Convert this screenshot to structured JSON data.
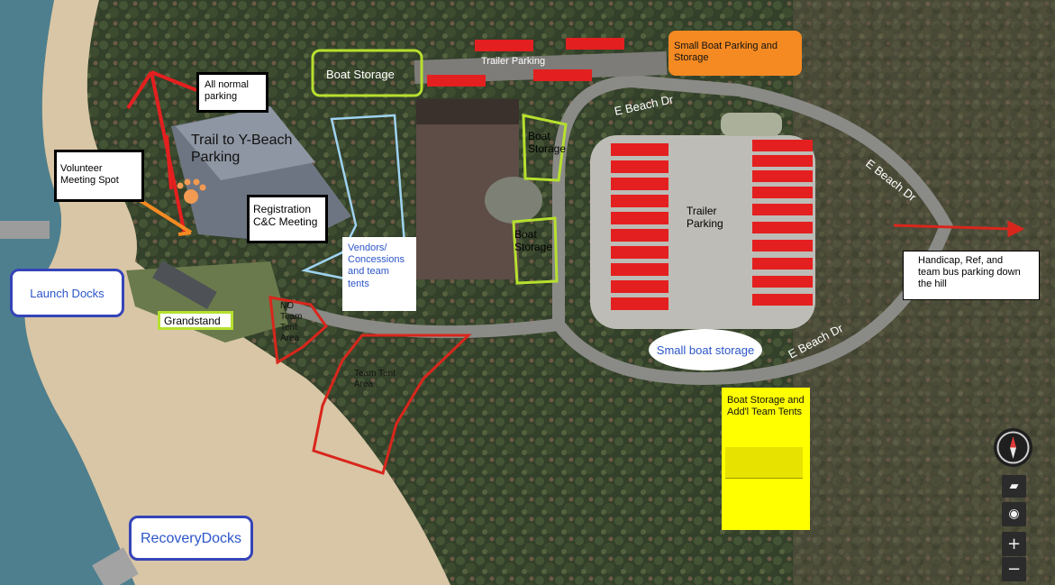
{
  "labels": {
    "all_normal_parking": "All normal parking",
    "trail_to_beach": "Trail to Y-Beach Parking",
    "volunteer_meeting": "Volunteer Meeting Spot",
    "registration": "Registration C&C Meeting",
    "launch_docks": "Launch Docks",
    "grandstand": "Grandstand",
    "recovery_docks": "RecoveryDocks",
    "vendors": "Vendors/ Concessions and team tents",
    "no_team_tent": "NO Team Tent Area",
    "team_tent": "Team Tent Area",
    "boat_storage_top": "Boat Storage",
    "trailer_parking_top": "Trailer Parking",
    "small_boat_parking": "Small Boat Parking and Storage",
    "boat_storage_mid1": "Boat Storage",
    "boat_storage_mid2": "Boat Storage",
    "trailer_parking_center": "Trailer Parking",
    "small_boat_storage": "Small boat storage",
    "handicap_parking": "Handicap, Ref, and team bus parking down the hill",
    "boat_storage_tents": "Boat Storage and Add'l Team Tents"
  },
  "roads": {
    "e_beach_dr_1": "E Beach Dr",
    "e_beach_dr_2": "E Beach Dr",
    "e_beach_dr_3": "E Beach Dr"
  },
  "colors": {
    "parking_red": "#e41f1f",
    "storage_green": "#b6e02e",
    "small_boat_orange": "#f58a22",
    "tent_zone_red": "#d9261c",
    "vendor_outline": "#9fd3f0",
    "note_yellow": "#ffff00",
    "dock_blue": "#3544b8"
  },
  "controls": {
    "compass_icon": "compass-icon",
    "tilt_icon": "tilt-icon",
    "locate_icon": "locate-icon",
    "zoom_in": "+",
    "zoom_out": "−"
  }
}
